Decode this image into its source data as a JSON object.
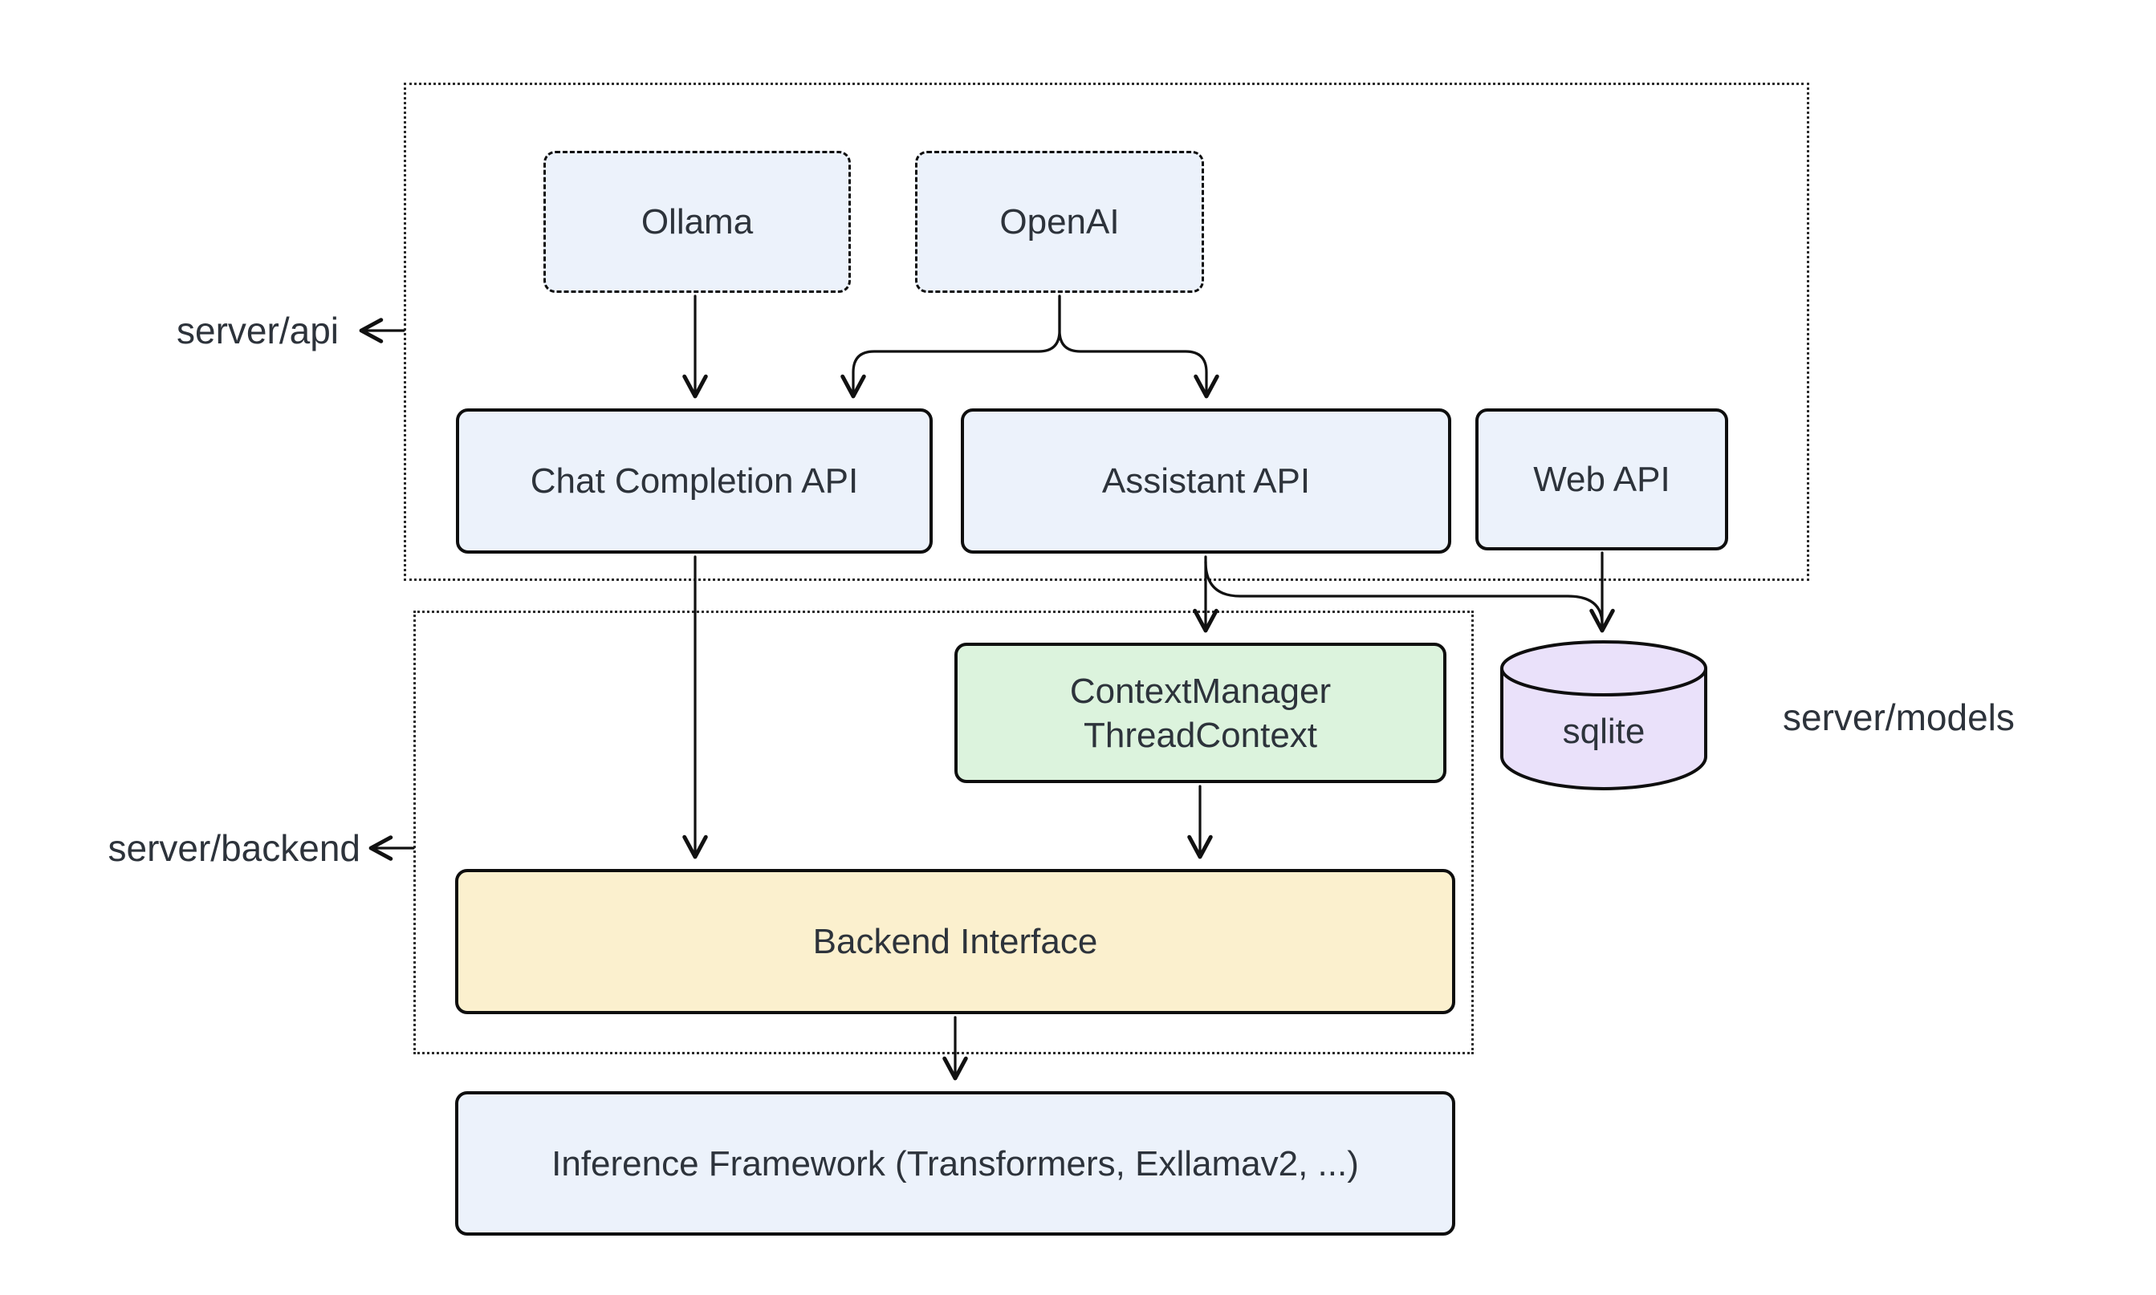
{
  "groups": {
    "server_api": {
      "label": "server/api"
    },
    "server_backend": {
      "label": "server/backend"
    }
  },
  "side_labels": {
    "server_models": {
      "label": "server/models"
    }
  },
  "nodes": {
    "ollama": {
      "label": "Ollama"
    },
    "openai": {
      "label": "OpenAI"
    },
    "chat_completion_api": {
      "label": "Chat Completion API"
    },
    "assistant_api": {
      "label": "Assistant API"
    },
    "web_api": {
      "label": "Web API"
    },
    "context_manager": {
      "line1": "ContextManager",
      "line2": "ThreadContext"
    },
    "sqlite": {
      "label": "sqlite"
    },
    "backend_interface": {
      "label": "Backend Interface"
    },
    "inference_framework": {
      "label": "Inference Framework (Transformers, Exllamav2, ...)"
    }
  },
  "edges": [
    {
      "from": "ollama",
      "to": "chat_completion_api"
    },
    {
      "from": "openai",
      "to": "chat_completion_api"
    },
    {
      "from": "openai",
      "to": "assistant_api"
    },
    {
      "from": "chat_completion_api",
      "to": "backend_interface"
    },
    {
      "from": "assistant_api",
      "to": "context_manager"
    },
    {
      "from": "assistant_api",
      "to": "sqlite"
    },
    {
      "from": "web_api",
      "to": "sqlite"
    },
    {
      "from": "context_manager",
      "to": "backend_interface"
    },
    {
      "from": "backend_interface",
      "to": "inference_framework"
    }
  ],
  "colors": {
    "node_blue": "#ECF2FB",
    "node_green": "#DCF3DD",
    "node_yellow": "#FBF0CE",
    "db_purple": "#EAE1FA",
    "stroke": "#111111",
    "text": "#2D333B",
    "background": "#FFFFFF"
  }
}
